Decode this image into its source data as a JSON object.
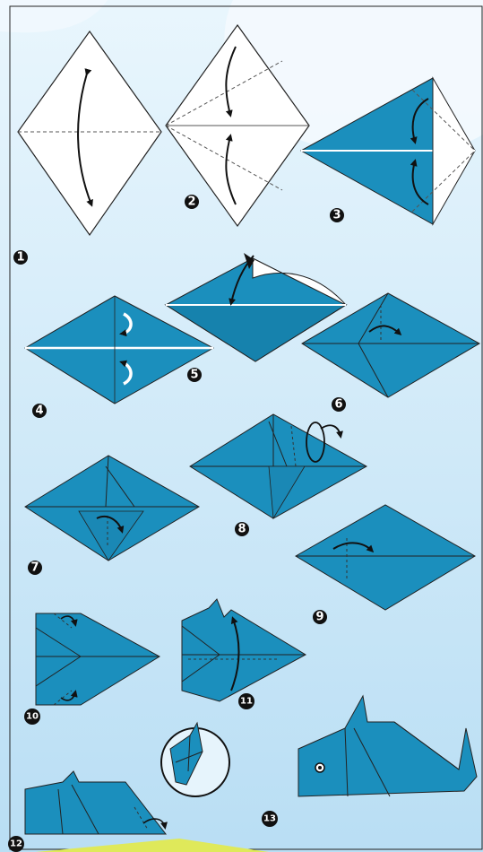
{
  "colors": {
    "paper_blue": "#1b8fbd",
    "paper_white": "#ffffff",
    "outline": "#1a1a1a",
    "sky_top": "#e9f6fd",
    "sky_bottom": "#bfe2f6",
    "cloud": "#f4fafe",
    "badge": "#111111"
  },
  "steps": [
    {
      "label": "1"
    },
    {
      "label": "2"
    },
    {
      "label": "3"
    },
    {
      "label": "4"
    },
    {
      "label": "5"
    },
    {
      "label": "6"
    },
    {
      "label": "7"
    },
    {
      "label": "8"
    },
    {
      "label": "9"
    },
    {
      "label": "10"
    },
    {
      "label": "11"
    },
    {
      "label": "12"
    },
    {
      "label": "13"
    }
  ]
}
